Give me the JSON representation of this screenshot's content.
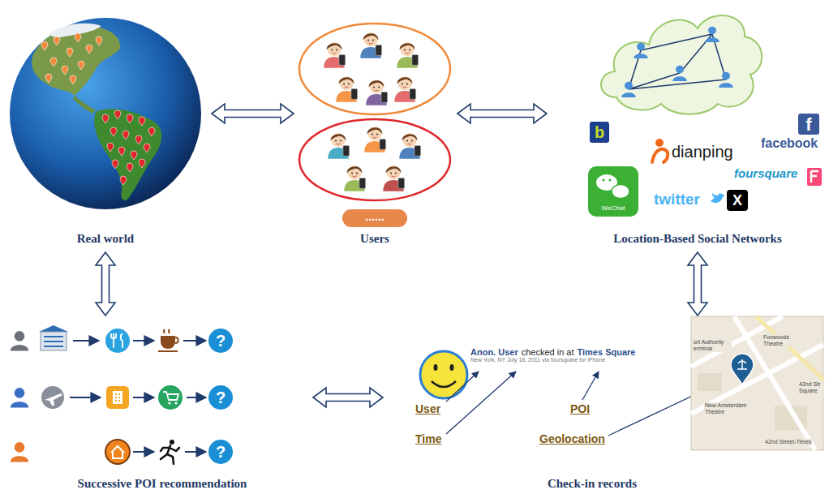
{
  "diagram": {
    "nodes": [
      {
        "text": [
          "Real world"
        ]
      },
      {
        "text": [
          "Users"
        ]
      },
      {
        "text": [
          "Location-Based Social Networks"
        ]
      },
      {
        "text": [
          "Successive POI recommendation"
        ]
      },
      {
        "text": [
          "Check-in records"
        ]
      }
    ],
    "edges": [
      {
        "from": 0,
        "to": 1,
        "arrow": "both"
      },
      {
        "from": 1,
        "to": 2,
        "arrow": "both"
      },
      {
        "from": 0,
        "to": 3,
        "arrow": "both"
      },
      {
        "from": 2,
        "to": 4,
        "arrow": "both"
      },
      {
        "from": 3,
        "to": 4,
        "arrow": "both"
      }
    ],
    "labels": [
      "......",
      "b",
      "WeChat",
      "dianping",
      "f",
      "facebook",
      "foursquare",
      "twitter",
      "X",
      "?",
      "?",
      "?",
      "Anon. User",
      "checked in at",
      "Times Square",
      "New York, NY July 18, 2011 via foursquare for iPhone",
      "User",
      "Time",
      "POI",
      "Geolocation",
      "ort Authority erminal",
      "Foxwoods Theatre",
      "New Amsterdam Theatre",
      "42nd Str Square",
      "42nd Street-Times"
    ]
  }
}
